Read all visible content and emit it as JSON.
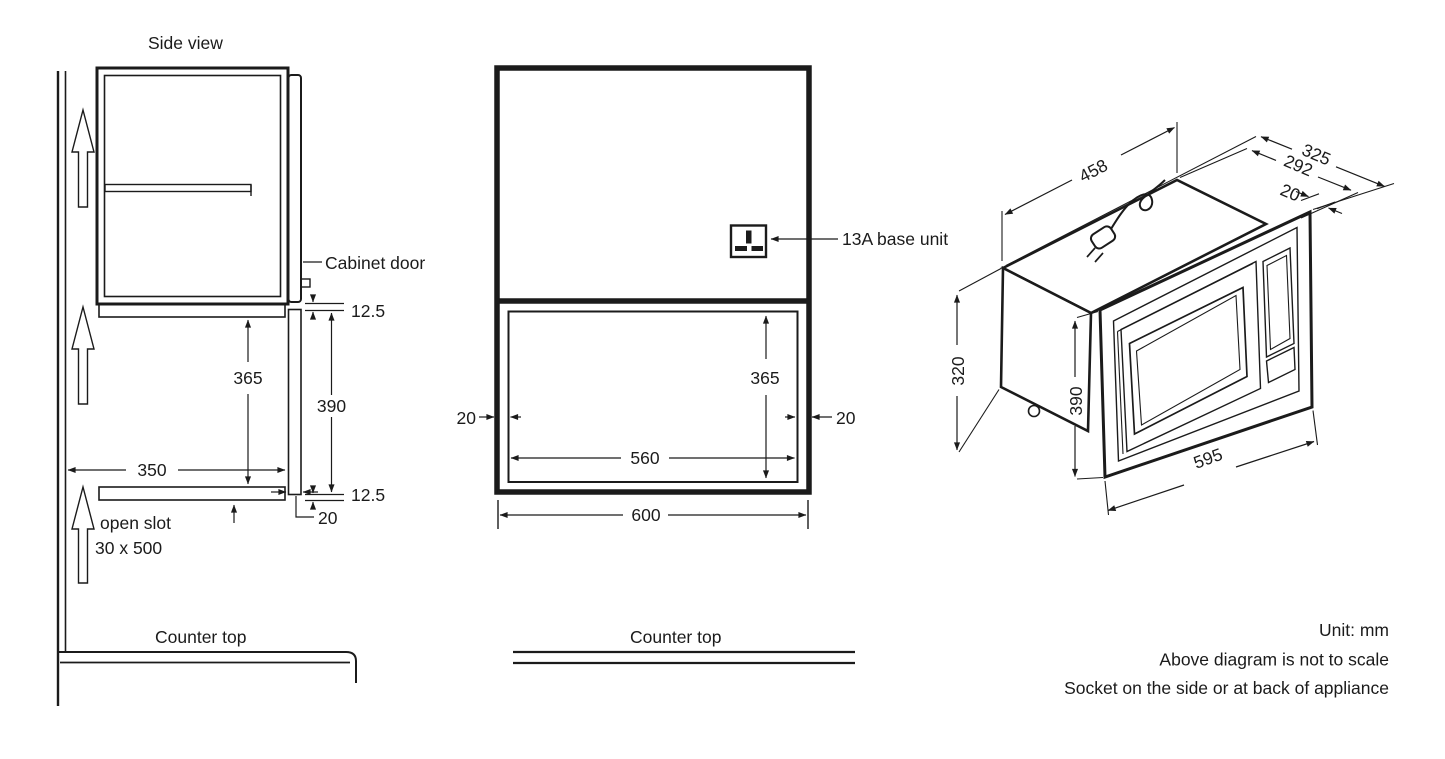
{
  "colors": {
    "line": "#1b1b1b",
    "background": "#ffffff"
  },
  "side_view": {
    "title": "Side view",
    "cabinet_door_label": "Cabinet door",
    "dims": {
      "top_overlap": "12.5",
      "recess_height": "365",
      "door_height": "390",
      "recess_depth": "350",
      "bottom_overlap": "12.5",
      "door_thickness": "20"
    },
    "open_slot_label_line1": "open slot",
    "open_slot_label_line2": "30 x 500",
    "counter_top_label": "Counter top"
  },
  "front_view": {
    "socket_label": "13A base unit",
    "dims": {
      "wall_left": "20",
      "wall_right": "20",
      "recess_height": "365",
      "inner_width": "560",
      "outer_width": "600"
    },
    "counter_top_label": "Counter top"
  },
  "iso_view": {
    "dims": {
      "body_width": "458",
      "total_depth": "325",
      "body_depth": "292",
      "trim_depth": "20",
      "body_height": "320",
      "front_height": "390",
      "front_width": "595"
    }
  },
  "notes": {
    "unit": "Unit: mm",
    "scale": "Above diagram is not to scale",
    "socket": "Socket on the side or at back of appliance"
  }
}
